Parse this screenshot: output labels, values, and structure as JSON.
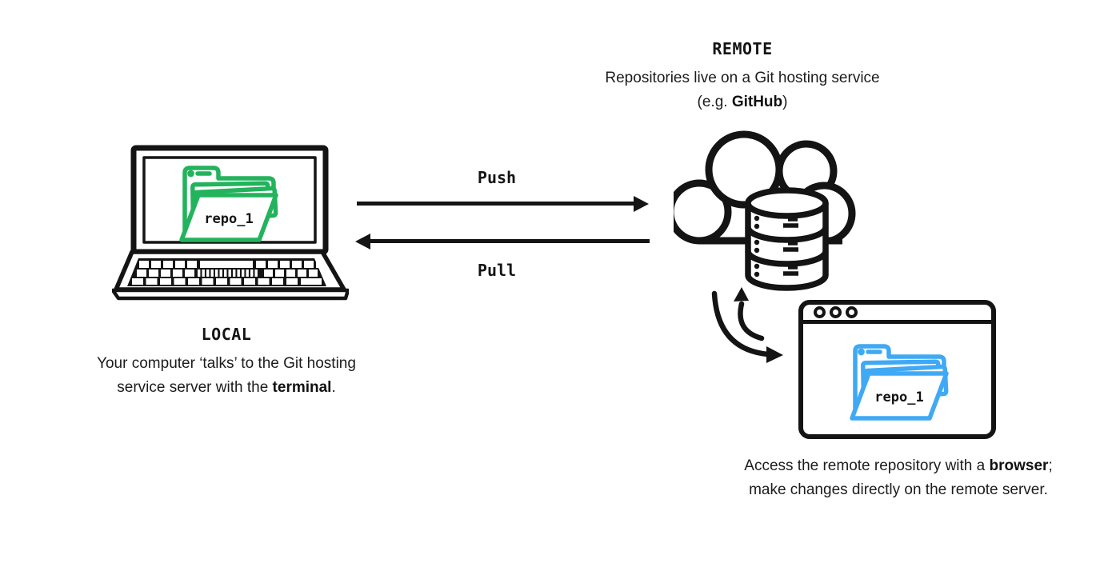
{
  "colors": {
    "ink": "#141414",
    "green": "#23b35d",
    "blue": "#3fa9f5"
  },
  "remote": {
    "title": "REMOTE",
    "subtitle_line1": "Repositories live on a Git hosting service",
    "subtitle_line2_prefix": "(e.g. ",
    "subtitle_line2_bold": "GitHub",
    "subtitle_line2_suffix": ")",
    "browser_repo_label": "repo_1",
    "access_line1_prefix": "Access the remote repository with a ",
    "access_line1_bold": "browser",
    "access_line1_suffix": ";",
    "access_line2": "make changes directly on the remote server."
  },
  "local": {
    "title": "LOCAL",
    "repo_label": "repo_1",
    "desc_line1": "Your computer ‘talks’ to the Git hosting",
    "desc_line2_prefix": "service server with the ",
    "desc_line2_bold": "terminal",
    "desc_line2_suffix": "."
  },
  "arrows": {
    "push_label": "Push",
    "pull_label": "Pull"
  },
  "icons": {
    "local_device": "laptop-icon",
    "local_repo": "folder-icon",
    "remote_host": "cloud-icon",
    "remote_storage": "database-icon",
    "remote_access": "browser-window-icon",
    "push": "right-arrow-icon",
    "pull": "left-arrow-icon",
    "sync_to_browser": "curved-down-arrow-icon",
    "sync_to_server": "curved-up-arrow-icon"
  }
}
